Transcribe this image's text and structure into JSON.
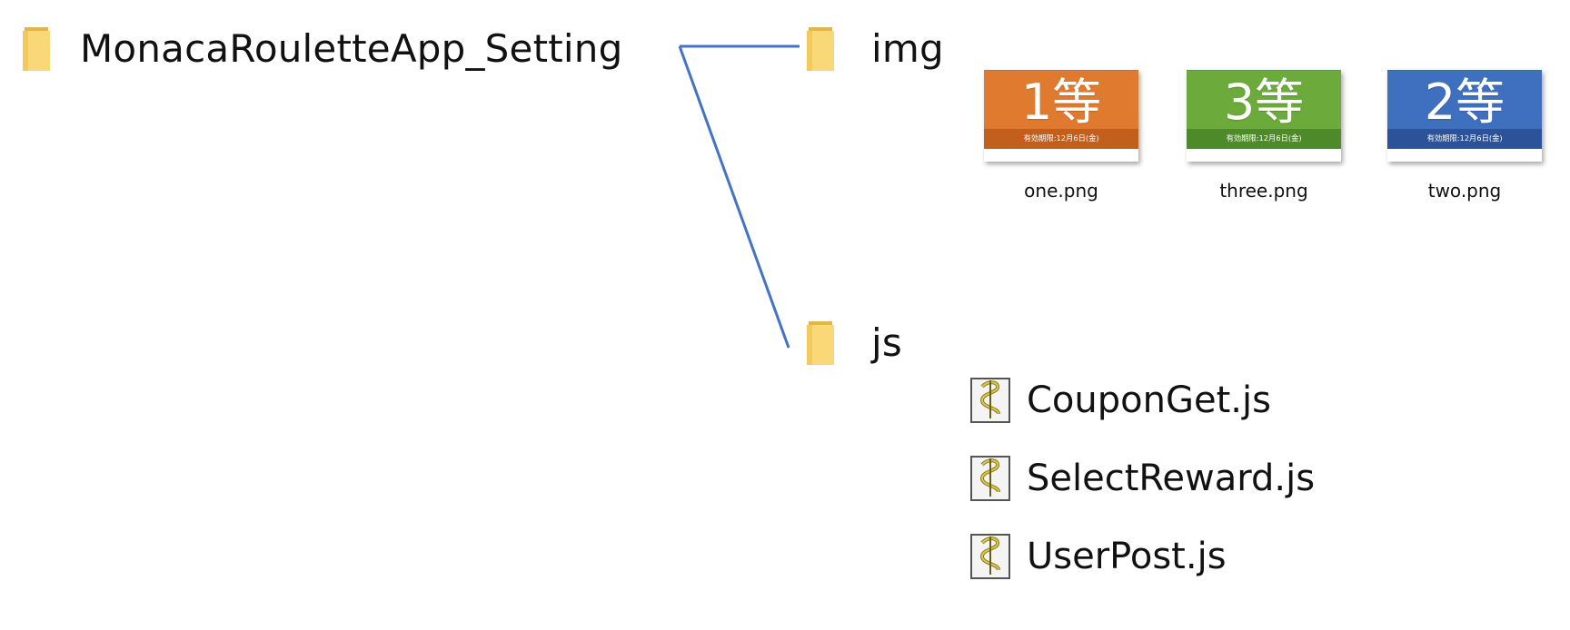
{
  "root_folder": {
    "label": "MonacaRouletteApp_Setting",
    "icon": "folder-icon"
  },
  "folders": {
    "img": {
      "label": "img",
      "icon": "folder-icon"
    },
    "js": {
      "label": "js",
      "icon": "folder-icon"
    }
  },
  "img_files": [
    {
      "name": "one.png",
      "rank": "1等",
      "expiry": "有効期限:12月6日(金)",
      "color": "#E07A2E"
    },
    {
      "name": "three.png",
      "rank": "3等",
      "expiry": "有効期限:12月6日(金)",
      "color": "#6BAA3B"
    },
    {
      "name": "two.png",
      "rank": "2等",
      "expiry": "有効期限:12月6日(金)",
      "color": "#3F6FBF"
    }
  ],
  "js_files": [
    {
      "name": "CouponGet.js",
      "icon": "script-file-icon"
    },
    {
      "name": "SelectReward.js",
      "icon": "script-file-icon"
    },
    {
      "name": "UserPost.js",
      "icon": "script-file-icon"
    }
  ],
  "connector_color": "#4472C4"
}
